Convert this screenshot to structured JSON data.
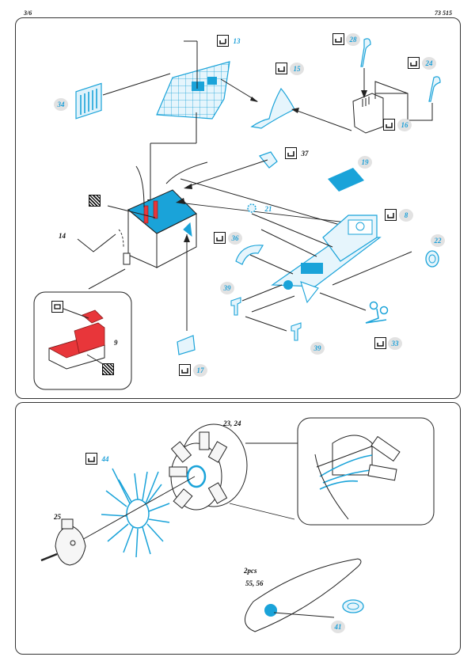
{
  "header": {
    "page": "3/6",
    "catalog": "73 515"
  },
  "labels": {
    "p13": "13",
    "p15": "15",
    "p28": "28",
    "p24": "24",
    "p34": "34",
    "p16": "16",
    "p37": "37",
    "p19": "19",
    "p8": "8",
    "p21": "21",
    "p36": "36",
    "p22": "22",
    "p39a": "39",
    "p39b": "39",
    "p33": "33",
    "p17": "17",
    "p44": "44",
    "p41": "41",
    "n14": "14",
    "n9": "9",
    "n2324": "23, 24",
    "n25": "25",
    "n2pcs": "2pcs",
    "n5556": "55, 56"
  },
  "colors": {
    "pe_blue": "#1aa3d9",
    "paint_red": "#e8363a",
    "label_bg": "#e2e2e2"
  },
  "icons": [
    "bend-icon",
    "paint-icon",
    "remove-icon"
  ]
}
